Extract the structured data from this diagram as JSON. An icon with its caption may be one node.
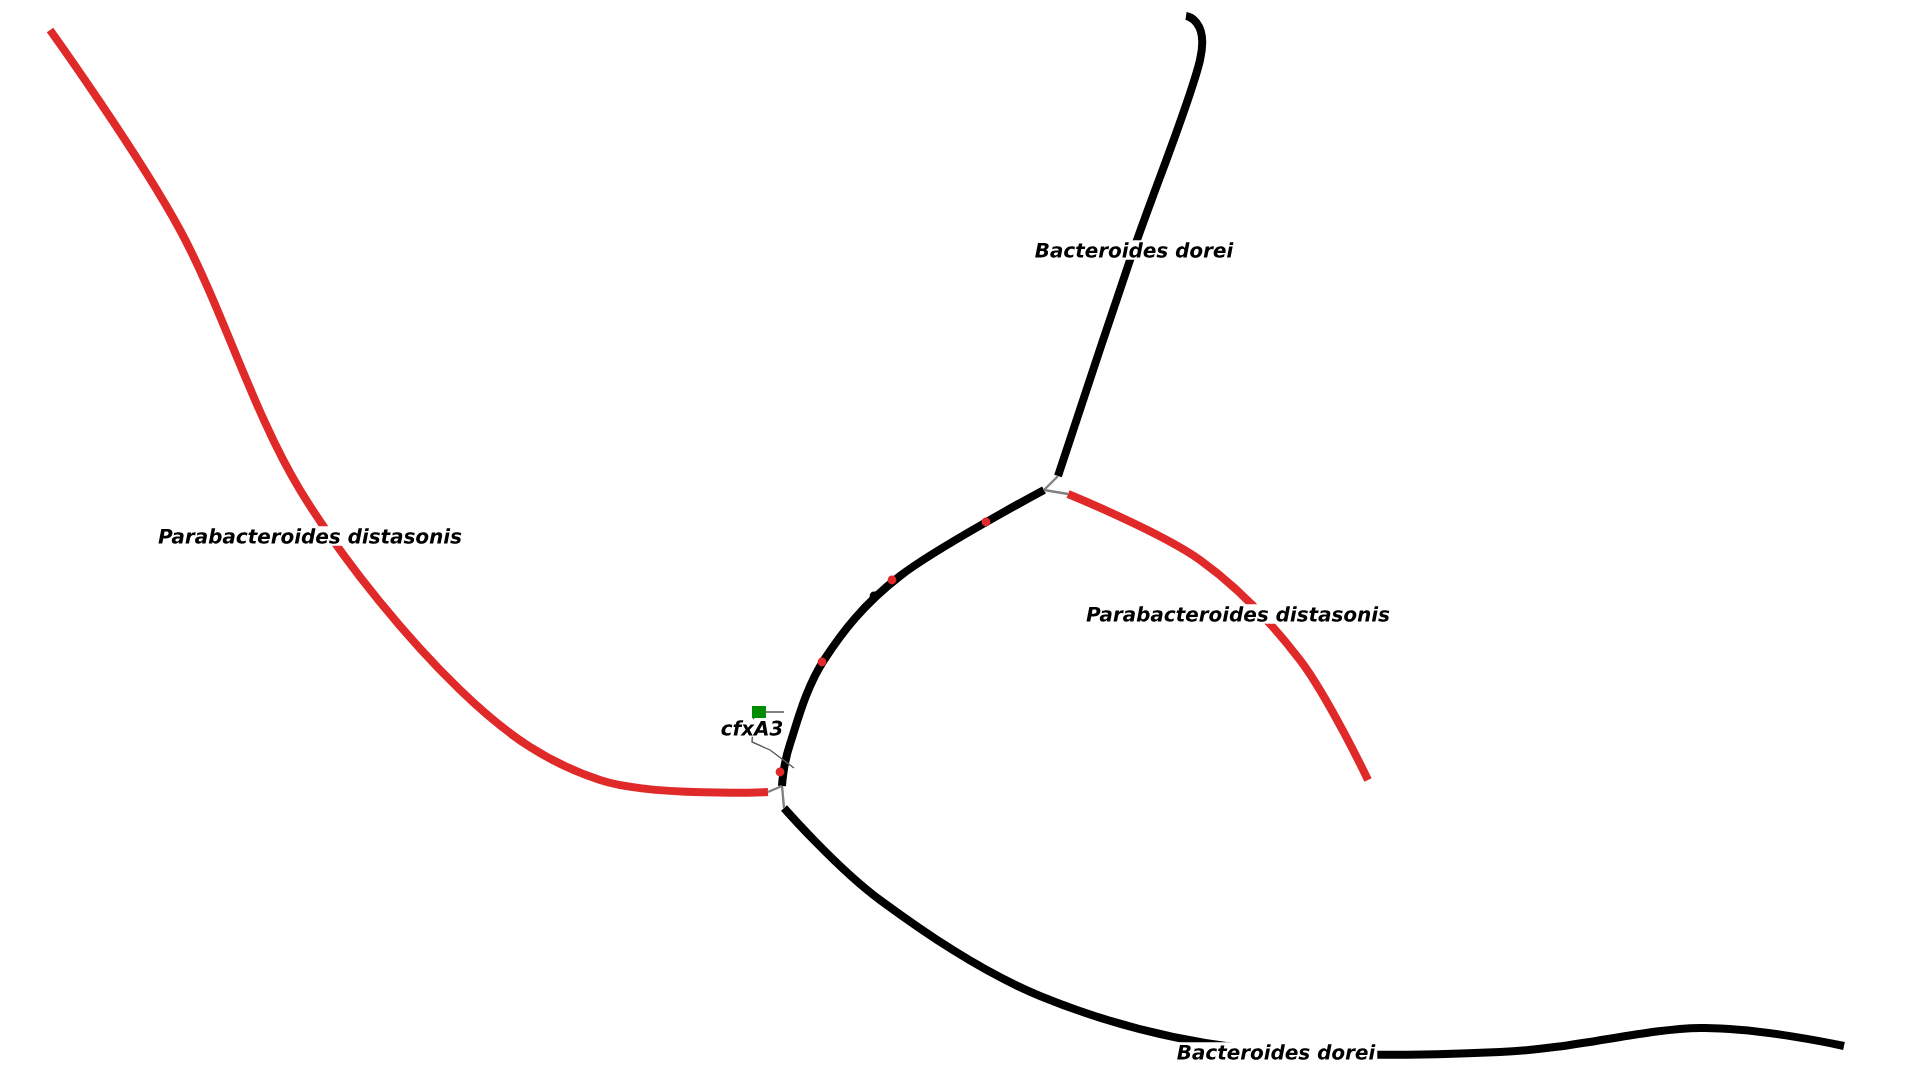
{
  "diagram": {
    "nodes": [
      {
        "text": [
          "Parabacteroides distasonis"
        ]
      },
      {
        "text": [
          "Bacteroides dorei"
        ]
      },
      {
        "text": [
          "Parabacteroides distasonis"
        ]
      },
      {
        "text": [],
        "shape": "bar",
        "beside": [
          "cfxA3"
        ]
      },
      {
        "text": [
          "Bacteroides dorei"
        ]
      }
    ],
    "edges": [
      {
        "from": 3,
        "to": 1,
        "arrow": "none"
      },
      {
        "from": 3,
        "to": 2,
        "arrow": "none"
      },
      {
        "from": 3,
        "to": 0,
        "arrow": "none"
      },
      {
        "from": 3,
        "to": 4,
        "arrow": "none"
      }
    ]
  }
}
